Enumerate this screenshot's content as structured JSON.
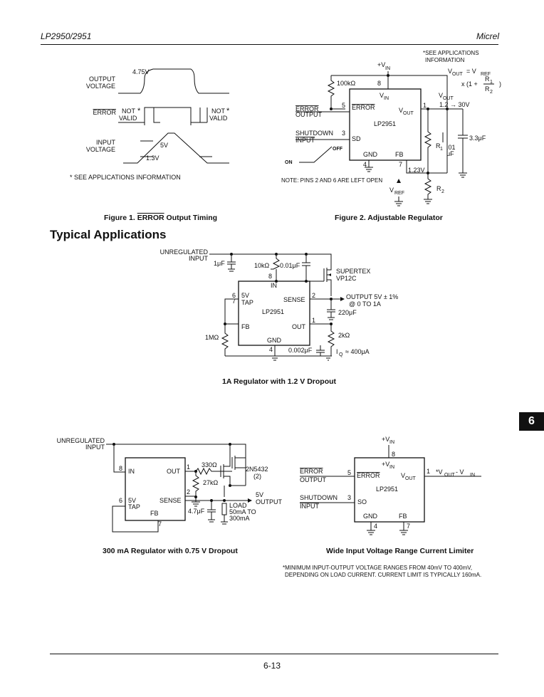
{
  "header": {
    "part": "LP2950/2951",
    "brand": "Micrel"
  },
  "fig1": {
    "caption_pre": "Figure 1.",
    "caption_bar": "ERROR",
    "caption_post": "Output Timing",
    "output_voltage_l1": "OUTPUT",
    "output_voltage_l2": "VOLTAGE",
    "v475": "4.75V",
    "error": "ERROR",
    "not_l": "NOT",
    "valid_l": "VALID",
    "not_r": "NOT",
    "valid_r": "VALID",
    "star": "*",
    "input_voltage_l1": "INPUT",
    "input_voltage_l2": "VOLTAGE",
    "v5": "5V",
    "v13": "1.3V",
    "footnote": "* SEE APPLICATIONS INFORMATION"
  },
  "fig2": {
    "caption": "Figure 2.  Adjustable Regulator",
    "see1": "*SEE APPLICATIONS",
    "see2": "INFORMATION",
    "vin": "+V",
    "vin_sub": "IN",
    "vout_eq": "V",
    "vout_eq_sub": "OUT",
    "eq_rhs": "= V",
    "eq_rhs_sub": "REF",
    "r1": "R",
    "r1_sub": "1",
    "r2": "R",
    "r2_sub": "2",
    "x1": "x (1 +",
    "close": ")",
    "r100k": "100kΩ",
    "pin8": "8",
    "chip_vin": "V",
    "chip_vin_sub": "IN",
    "vout_lbl": "V",
    "vout_lbl_sub": "OUT",
    "vout_range": "1.2 → 30V",
    "error_l1": "ERROR",
    "error_l2": "OUTPUT",
    "pin5": "5",
    "chip_error": "ERROR",
    "chip_vout": "V",
    "chip_vout_sub": "OUT",
    "pin1": "1",
    "cap33": "3.3μF",
    "lp": "LP2951",
    "shutdown_l1": "SHUTDOWN",
    "shutdown_l2": "INPUT",
    "pin3": "3",
    "sd": "SD",
    "off": "OFF",
    "on": "ON",
    "gnd": "GND",
    "fb": "FB",
    "r1lbl": "R",
    "r1lbl_sub": "1",
    "c01": ".01",
    "c01u": "μF",
    "pin4": "4",
    "pin7": "7",
    "v123": "1.23V",
    "note": "NOTE: PINS 2 AND 6 ARE LEFT OPEN",
    "vref": "V",
    "vref_sub": "REF",
    "r2lbl": "R",
    "r2lbl_sub": "2"
  },
  "section_title": "Typical Applications",
  "app1": {
    "caption": "1A Regulator with 1.2 V Dropout",
    "unreg1": "UNREGULATED",
    "unreg2": "INPUT",
    "c1": "1μF",
    "r10k": "10kΩ",
    "c001": "0.01μF",
    "pin8": "8",
    "in": "IN",
    "supertex": "SUPERTEX",
    "vp12c": "VP12C",
    "pin6": "6",
    "v5": "5V",
    "tap": "TAP",
    "sense": "SENSE",
    "pin2": "2",
    "output1": "OUTPUT 5V ± 1%",
    "output2": "@ 0 TO 1A",
    "lp": "LP2951",
    "c220": "220μF",
    "pin7": "7",
    "pin1": "1",
    "fb": "FB",
    "out": "OUT",
    "r1m": "1MΩ",
    "r2k": "2kΩ",
    "gnd": "GND",
    "pin4": "4",
    "c0002": "0.002μF",
    "iq": "I",
    "iq_sub": "Q",
    "iq_val": "≈ 400μA"
  },
  "app2": {
    "caption": "300 mA Regulator with 0.75 V Dropout",
    "unreg1": "UNREGULATED",
    "unreg2": "INPUT",
    "pin8": "8",
    "in": "IN",
    "out": "OUT",
    "pin1": "1",
    "r330": "330Ω",
    "q": "2N5432",
    "q2": "(2)",
    "r27k": "27kΩ",
    "lp": "LP2951",
    "pin2": "2",
    "pin6": "6",
    "v5": "5V",
    "tap": "TAP",
    "sense": "SENSE",
    "out5v1": "5V",
    "out5v2": "OUTPUT",
    "load1": "LOAD",
    "load2": "50mA TO",
    "load3": "300mA",
    "c47": "4.7μF",
    "fb": "FB",
    "pin7": "7"
  },
  "app3": {
    "caption": "Wide Input Voltage Range Current Limiter",
    "vin_top": "+V",
    "vin_top_sub": "IN",
    "pin8": "8",
    "vin_in": "+V",
    "vin_in_sub": "IN",
    "error1": "ERROR",
    "error2": "OUTPUT",
    "pin5": "5",
    "chip_error": "ERROR",
    "vout": "V",
    "vout_sub": "OUT",
    "pin1": "1",
    "out_lbl_a": "*V",
    "out_lbl_a_sub": "OUT",
    "out_lbl_b": " - V",
    "out_lbl_b_sub": "IN",
    "lp": "LP2951",
    "shutdown1": "SHUTDOWN",
    "shutdown2": "INPUT",
    "pin3": "3",
    "so": "SO",
    "gnd": "GND",
    "fb": "FB",
    "pin4": "4",
    "pin7": "7",
    "note1": "*MINIMUM INPUT-OUTPUT VOLTAGE RANGES FROM 40mV TO 400mV,",
    "note2": "DEPENDING ON LOAD CURRENT.  CURRENT LIMIT IS TYPICALLY 160mA."
  },
  "page": {
    "tab": "6",
    "number": "6-13"
  }
}
